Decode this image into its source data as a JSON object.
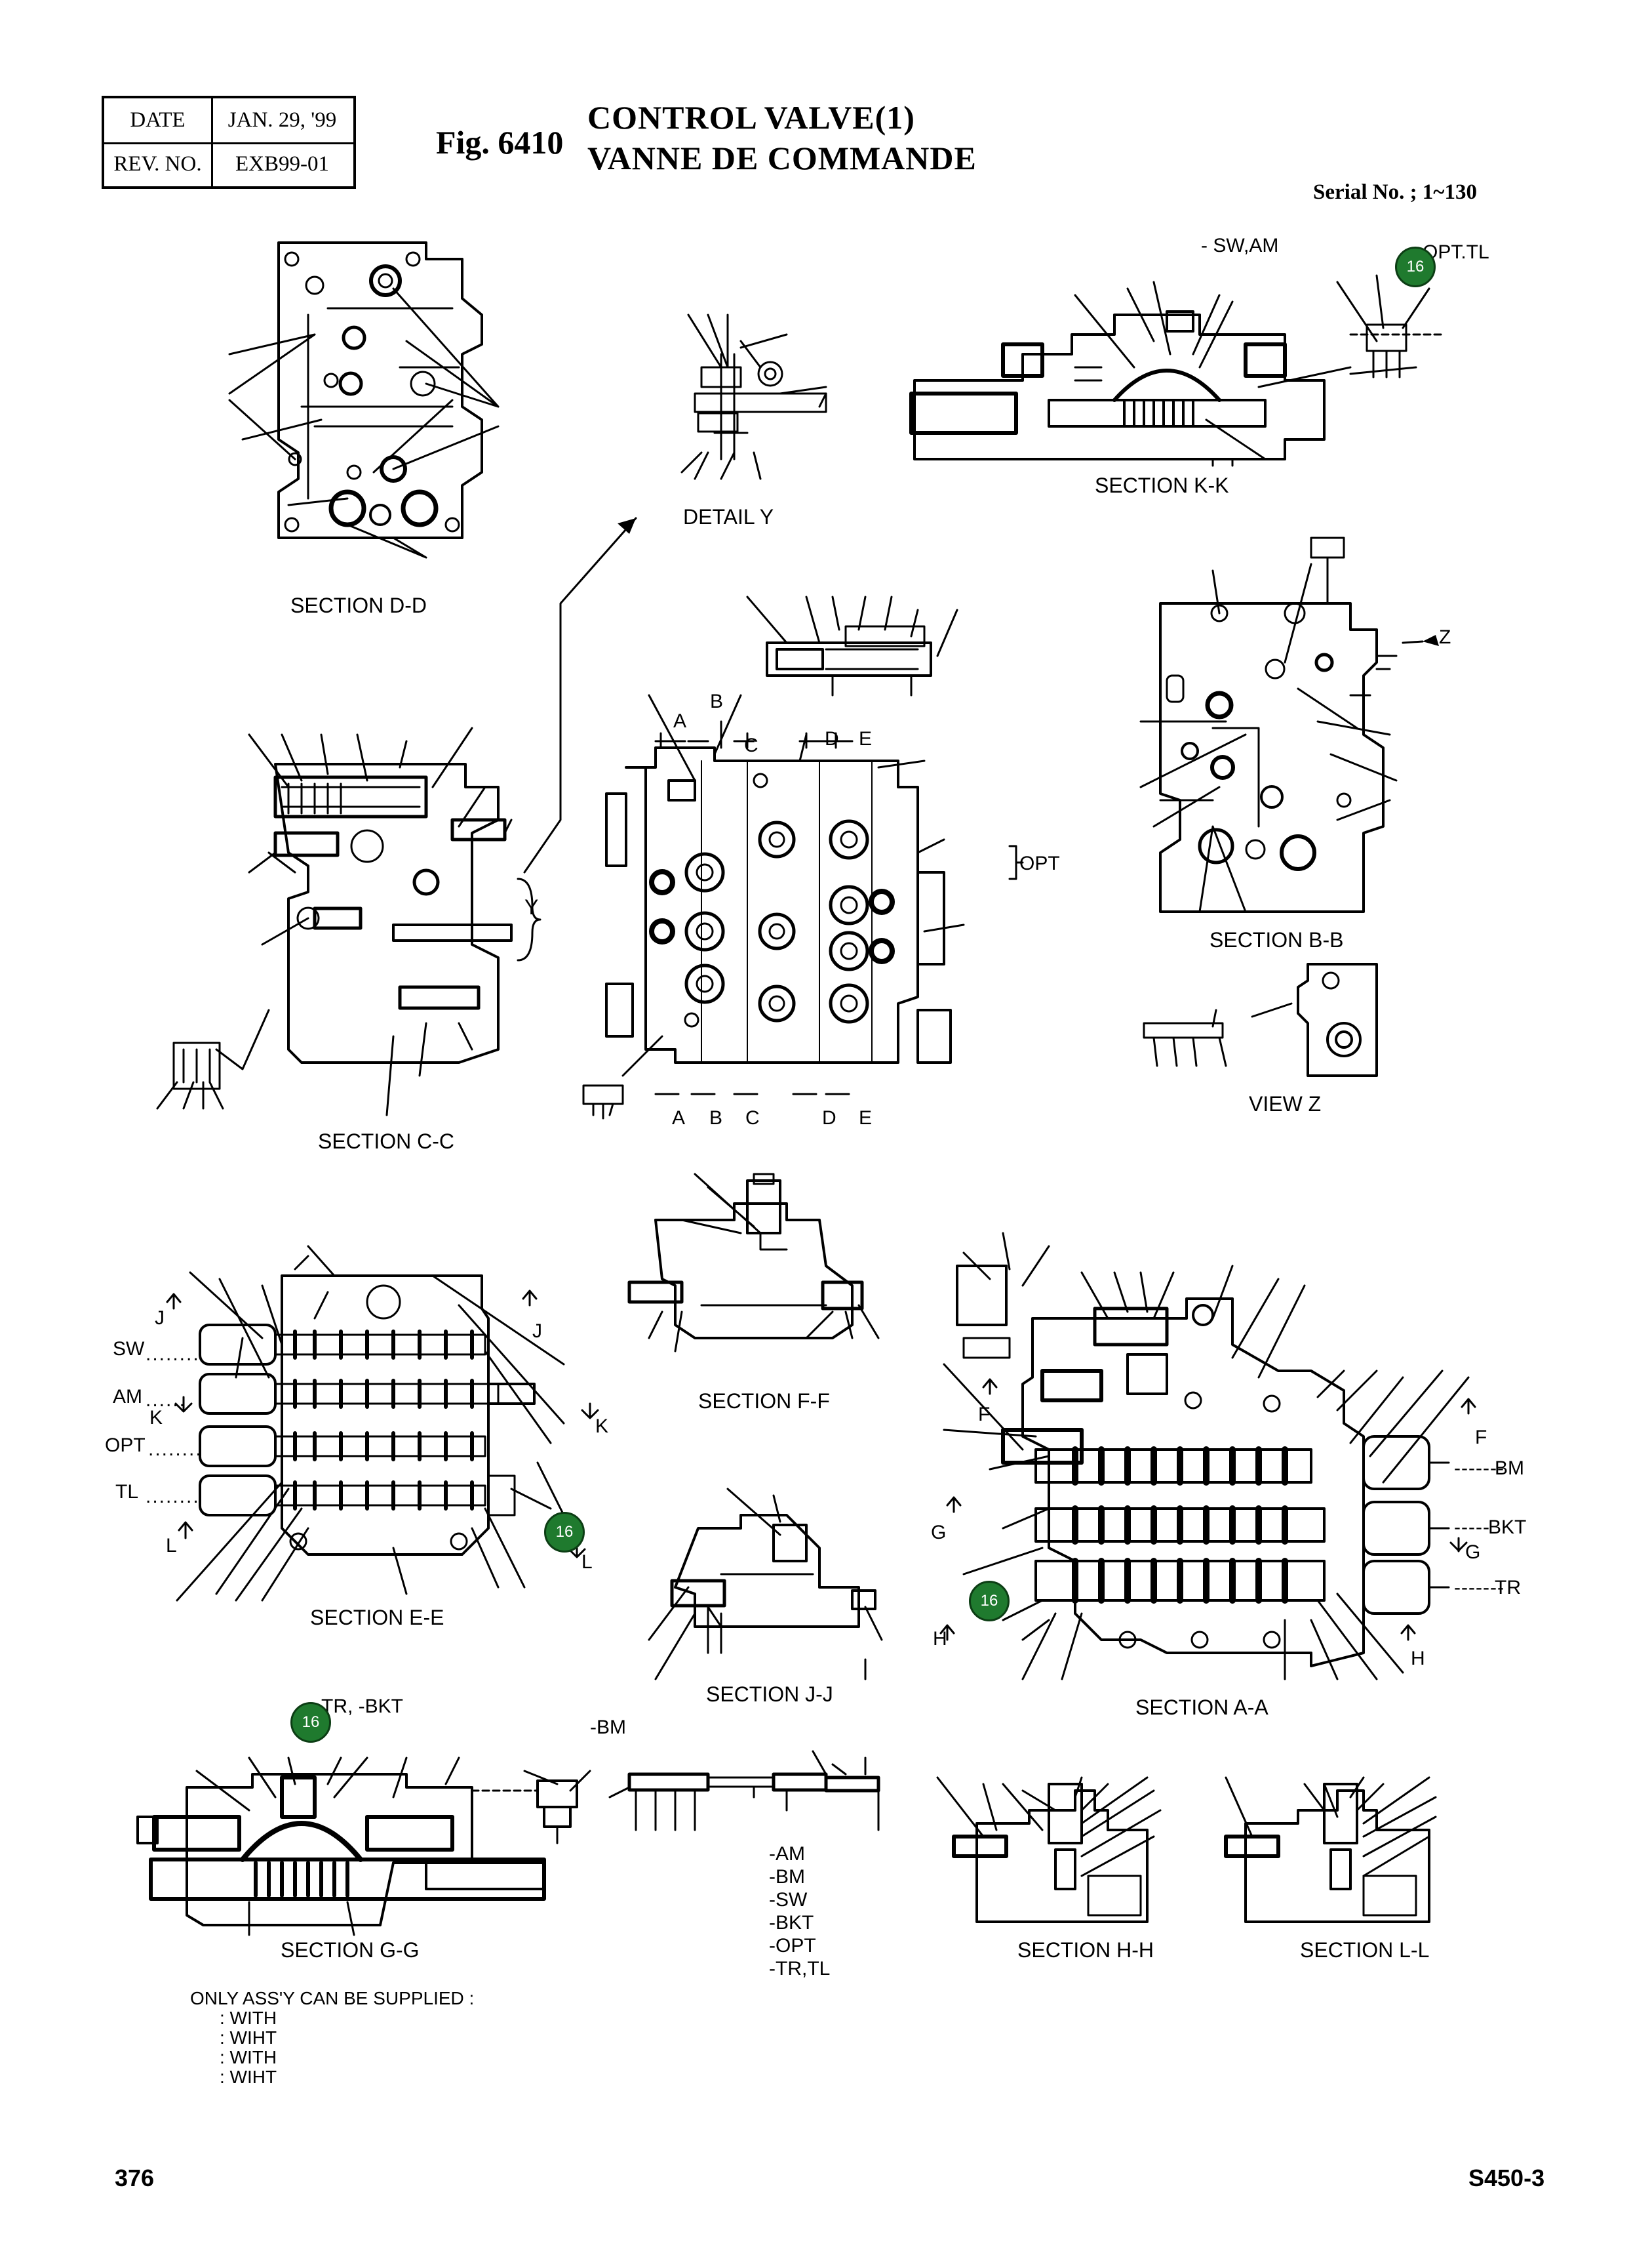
{
  "header": {
    "date_label": "DATE",
    "date_value": "JAN. 29, '99",
    "rev_label": "REV. NO.",
    "rev_value": "EXB99-01",
    "fig_number": "Fig. 6410",
    "title_en": "CONTROL VALVE(1)",
    "title_fr": "VANNE DE COMMANDE",
    "serial": "Serial No. ; 1~130"
  },
  "sections": {
    "dd": "SECTION D-D",
    "detail_y": "DETAIL  Y",
    "kk": "SECTION K-K",
    "cc": "SECTION C-C",
    "bb": "SECTION B-B",
    "view_z": "VIEW  Z",
    "ee": "SECTION E-E",
    "ff": "SECTION F-F",
    "jj": "SECTION J-J",
    "aa": "SECTION A-A",
    "gg": "SECTION G-G",
    "hh": "SECTION H-H",
    "ll": "SECTION L-L"
  },
  "markers": {
    "sw_am": "- SW,AM",
    "opt_tl": "OPT.TL",
    "opt": "OPT",
    "y": "Y",
    "z": "Z",
    "a": "A",
    "b": "B",
    "c": "C",
    "d": "D",
    "e": "E",
    "f": "F",
    "g": "G",
    "h": "H",
    "j": "J",
    "k": "K",
    "l": "L",
    "sw": "SW",
    "am": "AM",
    "opt2": "OPT",
    "tl": "TL",
    "bm": "BM",
    "bkt": "BKT",
    "tr": "TR",
    "tr_bkt": "TR,   -BKT",
    "neg_bm": "-BM"
  },
  "variants": [
    "-AM",
    "-BM",
    "-SW",
    "-BKT",
    "-OPT",
    "-TR,TL"
  ],
  "callout_number": "16",
  "notes": {
    "only_assy": "ONLY ASS'Y CAN BE SUPPLIED :",
    "with1": ": WITH",
    "wiht1": ": WIHT",
    "with2": ": WITH",
    "wiht2": ": WIHT"
  },
  "footer": {
    "page": "376",
    "model": "S450-3"
  }
}
